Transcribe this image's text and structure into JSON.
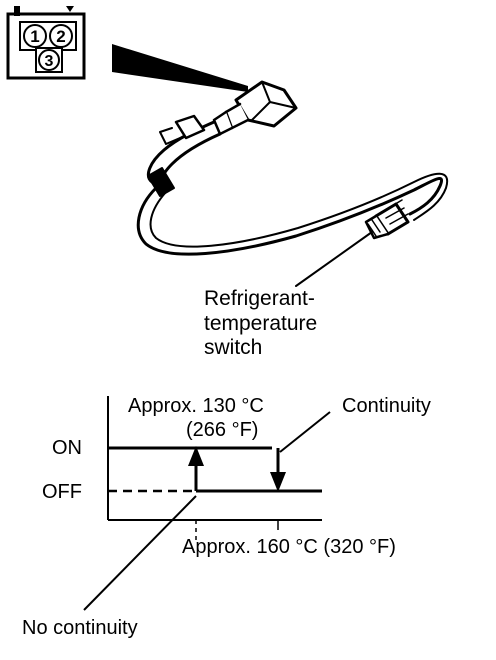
{
  "connector": {
    "pin1": "1",
    "pin2": "2",
    "pin3": "3"
  },
  "switch_label": {
    "line1": "Refrigerant-",
    "line2": "temperature",
    "line3": "switch"
  },
  "graph": {
    "on_label": "ON",
    "off_label": "OFF",
    "approx_low_line1": "Approx. 130 °C",
    "approx_low_line2": "(266 °F)",
    "approx_high": "Approx. 160 °C (320 °F)",
    "continuity": "Continuity",
    "no_continuity": "No continuity"
  }
}
